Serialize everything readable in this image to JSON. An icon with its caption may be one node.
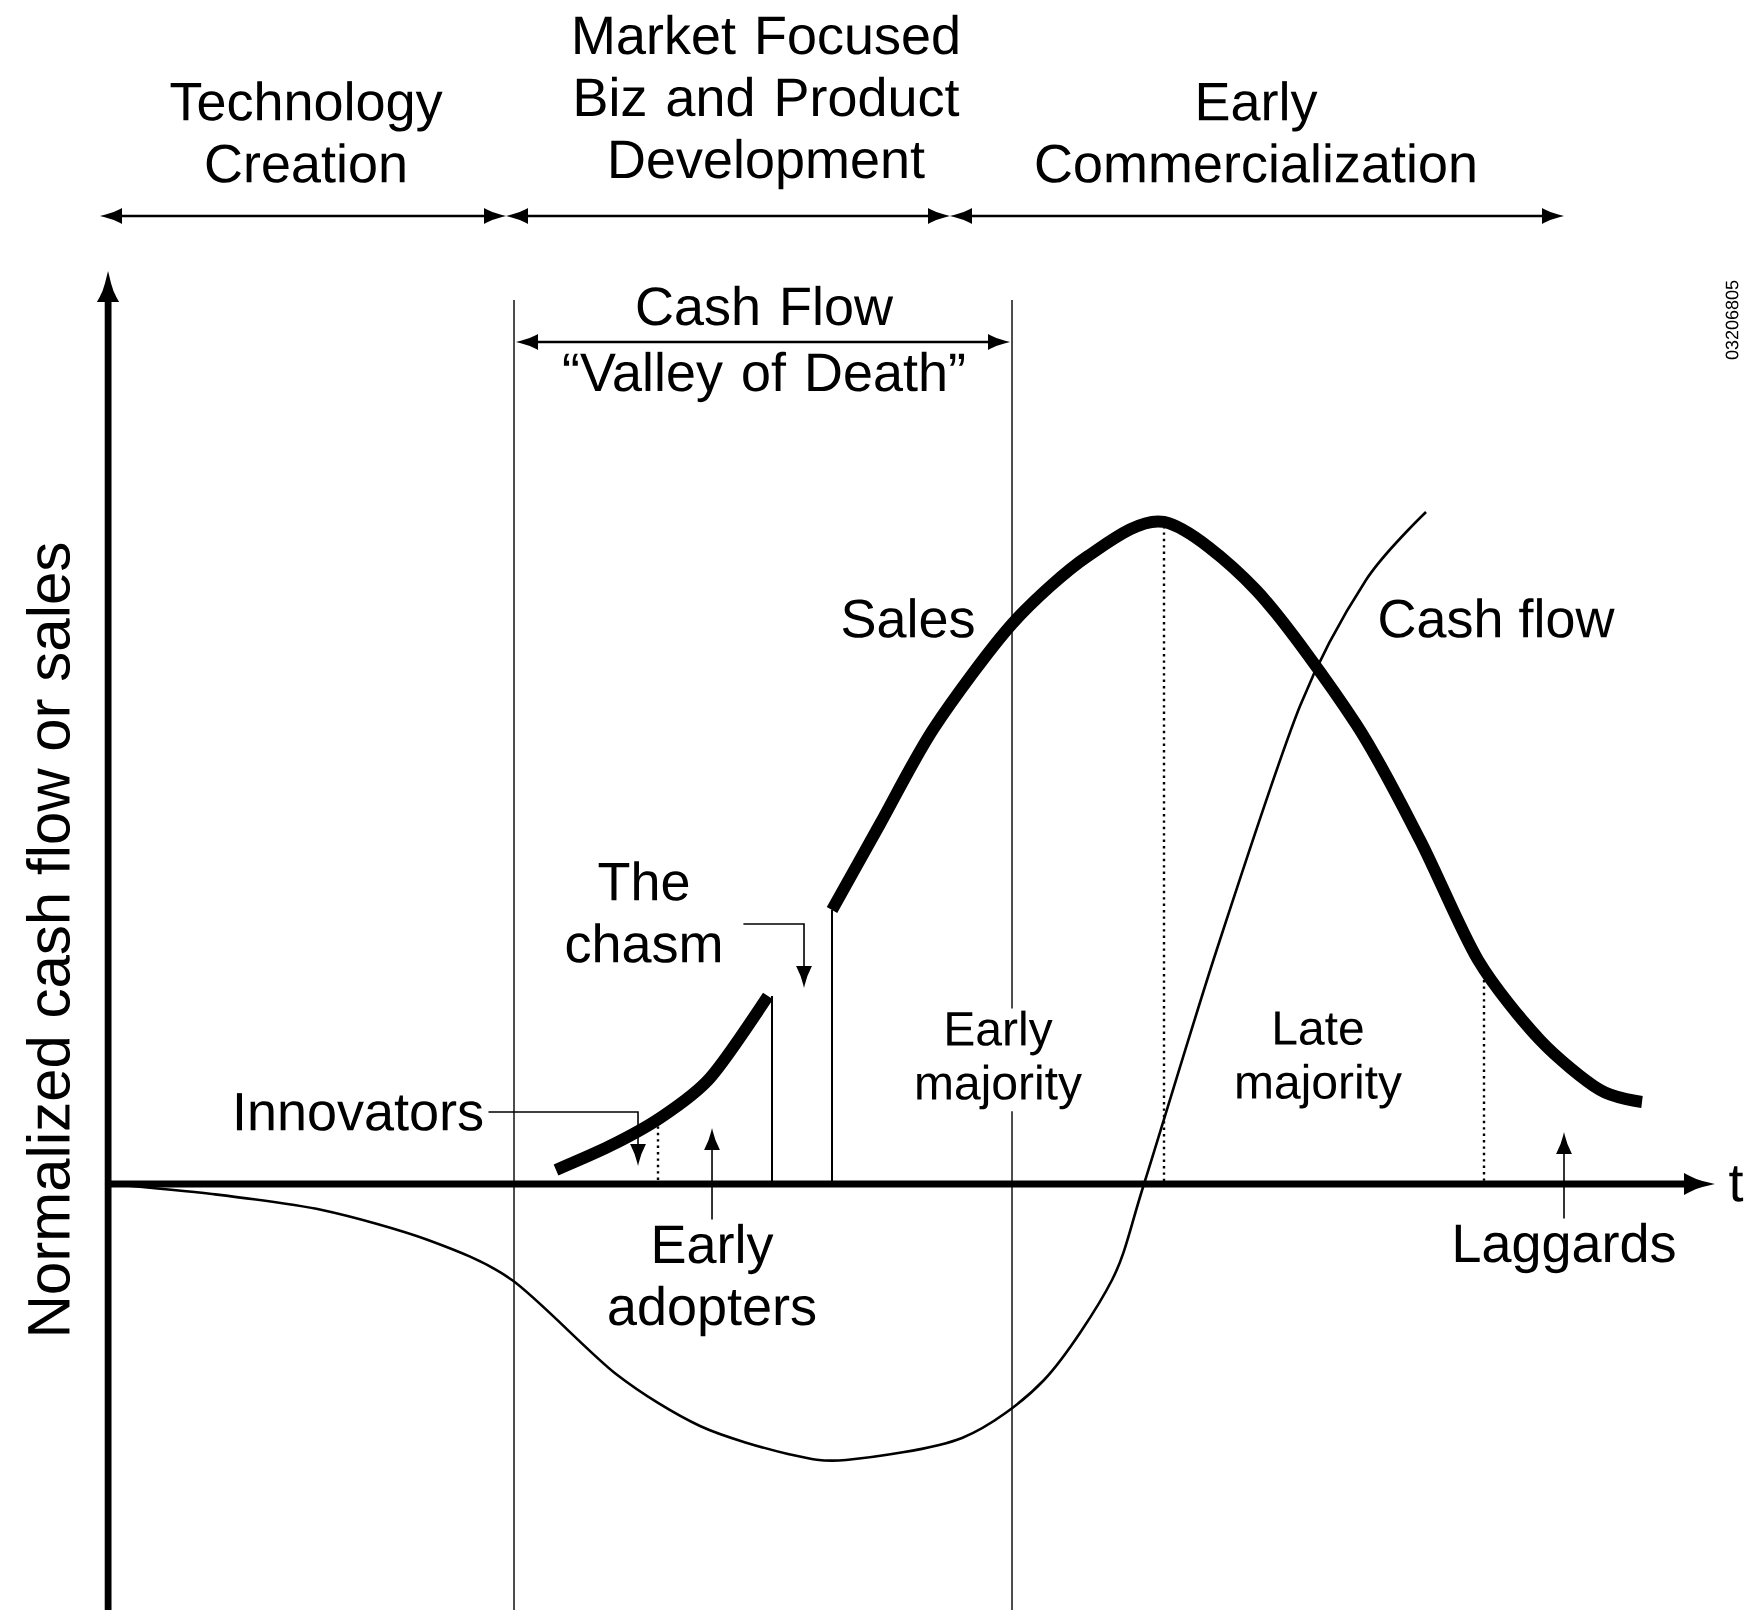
{
  "diagram": {
    "nodes": [
      {
        "text": [
          "Innovators"
        ]
      },
      {
        "text": [
          "The chasm"
        ]
      },
      {
        "text": [
          "Early adopters"
        ]
      },
      {
        "text": [
          "Laggards"
        ]
      }
    ],
    "edges": [
      {
        "from": 0,
        "to": null,
        "arrow": "to"
      },
      {
        "from": 1,
        "to": null,
        "arrow": "to"
      },
      {
        "from": 2,
        "to": null,
        "arrow": "to"
      },
      {
        "from": 3,
        "to": null,
        "arrow": "to"
      }
    ],
    "labels": [
      "Technology Creation",
      "Market Focused Biz and Product Development",
      "Early Commercialization",
      "Cash Flow “Valley of Death”",
      "03206805",
      "Normalized cash flow or sales",
      "Sales",
      "Cash flow",
      "Early majority",
      "Late majority",
      "t"
    ]
  }
}
